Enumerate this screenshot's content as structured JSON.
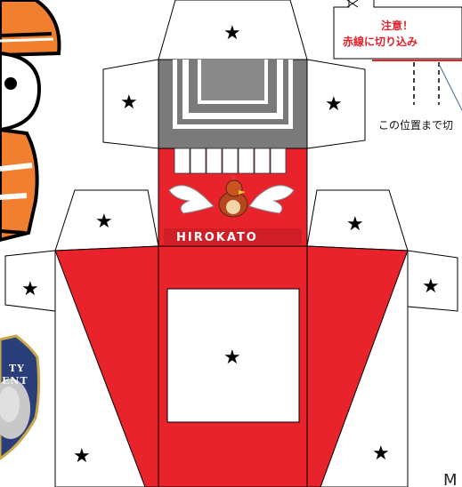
{
  "notice": {
    "title": "注意！",
    "line": "赤線に切り込み"
  },
  "position_label": "この位置まで切",
  "brand": {
    "name": "HIROKATO"
  },
  "badge": {
    "line1": "TY",
    "line2": "ENT"
  },
  "symbols": {
    "star": "★",
    "corner_mark": "M"
  },
  "colors": {
    "red": "#e8232c",
    "gray": "#7a7a7a",
    "dark_gray": "#8a8a8a",
    "orange": "#f08030",
    "badge_blue": "#2a3f7a"
  }
}
